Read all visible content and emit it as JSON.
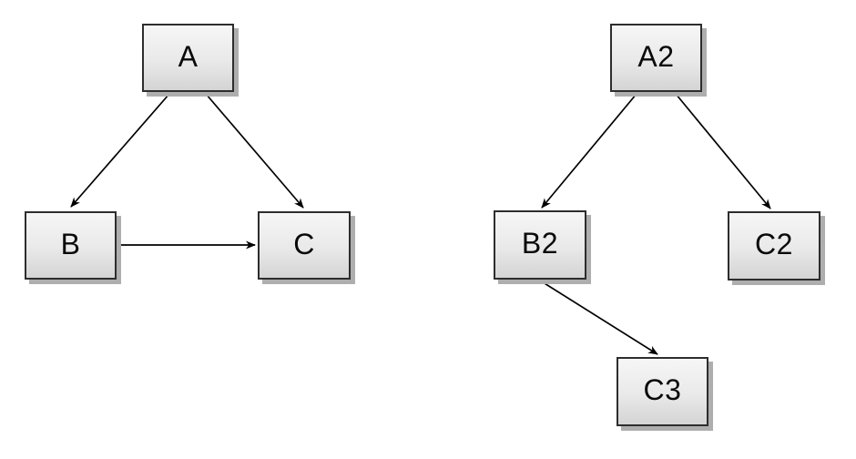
{
  "colors": {
    "canvas-bg": "#ffffff",
    "box-border": "#2d2d2d",
    "box-fill-top": "#f6f6f6",
    "box-fill-bottom": "#d4d4d4",
    "box-shadow": "#aeaeae",
    "arrow": "#000000",
    "text": "#0a0a0a"
  },
  "diagram": {
    "type": "directed-graph",
    "nodes": {
      "A": {
        "label": "A"
      },
      "B": {
        "label": "B"
      },
      "C": {
        "label": "C"
      },
      "A2": {
        "label": "A2"
      },
      "B2": {
        "label": "B2"
      },
      "C2": {
        "label": "C2"
      },
      "C3": {
        "label": "C3"
      }
    },
    "edges": [
      {
        "from": "A",
        "to": "B"
      },
      {
        "from": "A",
        "to": "C"
      },
      {
        "from": "B",
        "to": "C"
      },
      {
        "from": "A2",
        "to": "B2"
      },
      {
        "from": "A2",
        "to": "C2"
      },
      {
        "from": "B2",
        "to": "C3"
      }
    ]
  }
}
